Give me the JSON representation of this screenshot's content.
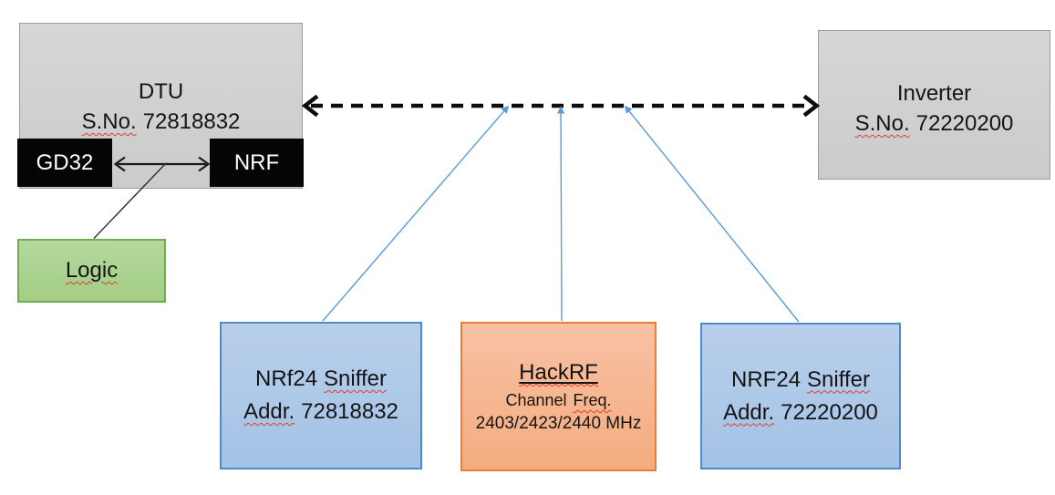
{
  "dtu": {
    "title": "DTU",
    "serial_label": "S.No.",
    "serial_value": "72818832"
  },
  "gd32": {
    "label": "GD32"
  },
  "nrf": {
    "label": "NRF"
  },
  "logic": {
    "label": "Logic"
  },
  "inverter": {
    "title": "Inverter",
    "serial_label": "S.No.",
    "serial_value": "72220200"
  },
  "sniffer_left": {
    "name_prefix": "NRf24",
    "name_word": "Sniffer",
    "addr_label": "Addr.",
    "addr_value": "72818832"
  },
  "hackrf": {
    "title": "HackRF",
    "freq_prefix": "Channel",
    "freq_word": "Freq.",
    "frequencies": "2403/2423/2440 MHz"
  },
  "sniffer_right": {
    "name_prefix": "NRF24",
    "name_word": "Sniffer",
    "addr_label": "Addr.",
    "addr_value": "72220200"
  },
  "colors": {
    "gray_fill": "#d0d0d0",
    "gray_border": "#9b9b9b",
    "black_fill": "#050505",
    "green_fill": "#a9d18e",
    "green_border": "#73ac4c",
    "blue_fill": "#abc8e8",
    "blue_border": "#4e8ac9",
    "orange_fill": "#f5b58d",
    "orange_border": "#ed7d31",
    "connector_blue": "#5b9bd5",
    "squiggle_red": "#e03c31",
    "arrow_black": "#0d0d0d"
  }
}
